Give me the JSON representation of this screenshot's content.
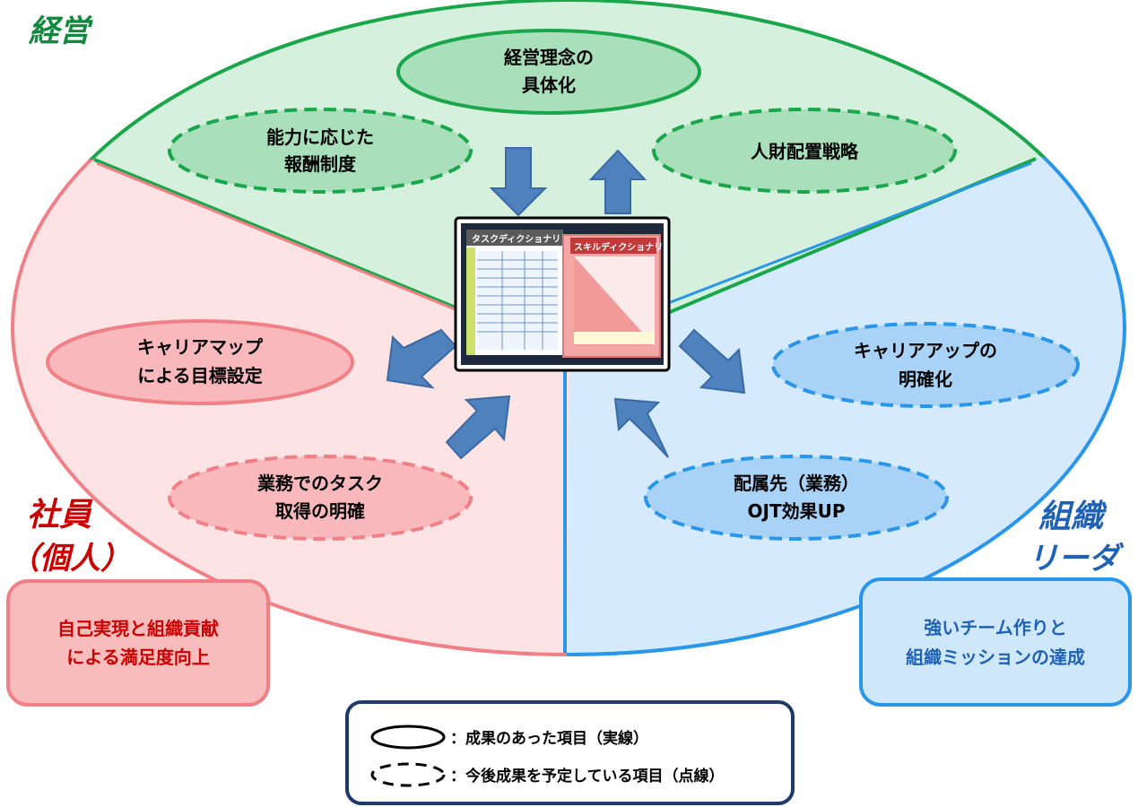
{
  "sections": {
    "management": {
      "title": "経営",
      "color": "#0f8a3c"
    },
    "employee": {
      "title_line1": "社員",
      "title_line2": "（個人）",
      "color": "#cc0000"
    },
    "leader": {
      "title_line1": "組織",
      "title_line2": "リーダ",
      "color": "#1f62b5"
    }
  },
  "items": {
    "philosophy": {
      "line1": "経営理念の",
      "line2": "具体化"
    },
    "compensation": {
      "line1": "能力に応じた",
      "line2": "報酬制度"
    },
    "placement": {
      "line1": "人財配置戦略"
    },
    "career_map": {
      "line1": "キャリアマップ",
      "line2": "による目標設定"
    },
    "task_acquisition": {
      "line1": "業務でのタスク",
      "line2": "取得の明確"
    },
    "career_up": {
      "line1": "キャリアアップの",
      "line2": "明確化"
    },
    "ojt": {
      "line1": "配属先（業務）",
      "line2": "OJT効果UP"
    }
  },
  "outcomes": {
    "employee": {
      "line1": "自己実現と組織貢献",
      "line2": "による満足度向上"
    },
    "leader": {
      "line1": "強いチーム作りと",
      "line2": "組織ミッションの達成"
    }
  },
  "dictionary": {
    "task": "タスクディクショナリ",
    "skill": "スキルディクショナリ"
  },
  "legend": {
    "solid": "：成果のあった項目（実線）",
    "dashed": "：今後成果を予定している項目（点線）"
  },
  "colors": {
    "green_fill": "#d6f0de",
    "green_line": "#1aa64a",
    "red_fill": "#fde3e3",
    "red_line": "#f07f86",
    "blue_fill": "#d5eafc",
    "blue_line": "#2a96ea",
    "arrow": "#4f81bd"
  }
}
